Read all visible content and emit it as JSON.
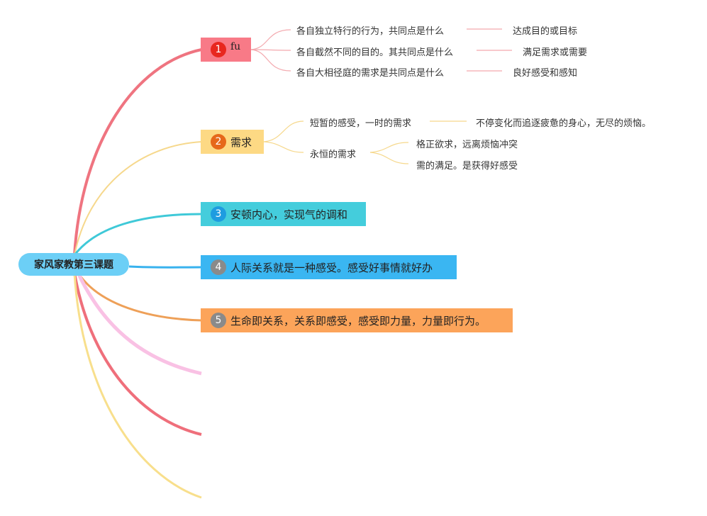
{
  "root": {
    "label": "家风家教第三课题"
  },
  "branches": [
    {
      "num": "1",
      "label": "fu",
      "color": "#f87a87",
      "line": "#ef7480",
      "badge": "#e8271f"
    },
    {
      "num": "2",
      "label": "需求",
      "color": "#fdd984",
      "line": "#f6d88c",
      "badge": "#e6681a"
    },
    {
      "num": "3",
      "label": "安顿内心，实现气的调和",
      "color": "#44cddc",
      "line": "#3fc9d8",
      "badge": "#1e9ce0"
    },
    {
      "num": "4",
      "label": "人际关系就是一种感受。感受好事情就好办",
      "color": "#3ab6f2",
      "line": "#38b2ee",
      "badge": "#8a8a8a"
    },
    {
      "num": "5",
      "label": "生命即关系，关系即感受，感受即力量，力量即行为。",
      "color": "#fca45a",
      "line": "#eea058",
      "badge": "#8a8a8a"
    }
  ],
  "branch1_children": [
    {
      "q": "各自独立特行的行为，共同点是什么",
      "a": "达成目的或目标"
    },
    {
      "q": "各自截然不同的目的。其共同点是什么",
      "a": "满足需求或需要"
    },
    {
      "q": "各自大相径庭的需求是共同点是什么",
      "a": "良好感受和感知"
    }
  ],
  "branch2_children": {
    "short": {
      "label": "短暂的感受，一时的需求",
      "result": "不停变化而追逐疲惫的身心，无尽的烦恼。"
    },
    "eternal": {
      "label": "永恒的需求",
      "results": [
        "格正欲求，远离烦恼冲突",
        "需的满足。是获得好感受"
      ]
    }
  },
  "extra_branch_colors": [
    "#f9c1e4",
    "#ef6f7b",
    "#f8df8c"
  ]
}
